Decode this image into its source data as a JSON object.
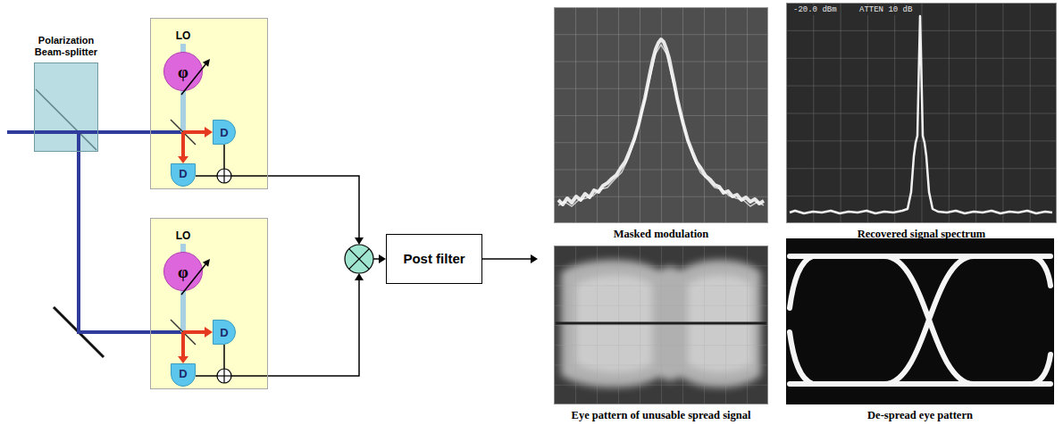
{
  "diagram": {
    "nodes": [
      {
        "text": [
          "Polarization Beam-splitter"
        ]
      },
      {
        "text": [
          "LO"
        ]
      },
      {
        "text": [
          "φ"
        ],
        "in": 1
      },
      {
        "text": [
          "D"
        ],
        "in": 1
      },
      {
        "text": [
          "D"
        ],
        "in": 1
      },
      {
        "text": [
          "LO"
        ]
      },
      {
        "text": [
          "φ"
        ],
        "in": 5
      },
      {
        "text": [
          "D"
        ],
        "in": 5
      },
      {
        "text": [
          "D"
        ],
        "in": 5
      },
      {
        "text": [
          "Post filter"
        ]
      },
      {
        "text": [
          "Masked modulation"
        ]
      },
      {
        "text": [
          "Recovered signal spectrum"
        ]
      },
      {
        "text": [
          "Eye pattern of unusable spread signal"
        ]
      },
      {
        "text": [
          "De-spread eye pattern"
        ]
      }
    ],
    "edges": [
      {
        "from": 0,
        "to": 1,
        "arrow": "none"
      },
      {
        "from": 0,
        "to": 5,
        "arrow": "none"
      }
    ],
    "labels": [
      "-20.0 dBm",
      "ATTEN 10 dB"
    ]
  }
}
